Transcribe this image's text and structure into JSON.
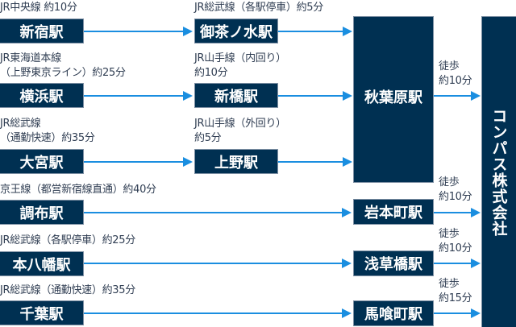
{
  "colors": {
    "box": "#003052",
    "arrow": "#1a8ee0",
    "text": "#2f3d52"
  },
  "origins": [
    {
      "station": "新宿駅",
      "route": [
        "JR中央線 約10分"
      ]
    },
    {
      "station": "横浜駅",
      "route": [
        "JR東海道本線",
        "（上野東京ライン）約25分"
      ]
    },
    {
      "station": "大宮駅",
      "route": [
        "JR総武線",
        "（通勤快速）約35分"
      ]
    },
    {
      "station": "調布駅",
      "route": [
        "京王線（都営新宿線直通）約40分"
      ]
    },
    {
      "station": "本八幡駅",
      "route": [
        "JR総武線（各駅停車）約25分"
      ]
    },
    {
      "station": "千葉駅",
      "route": [
        "JR総武線（通勤快速）約35分"
      ]
    }
  ],
  "transfers": [
    {
      "station": "御茶ノ水駅",
      "route": [
        "JR総武線（各駅停車）約5分"
      ]
    },
    {
      "station": "新橋駅",
      "route": [
        "JR山手線（内回り）",
        "約10分"
      ]
    },
    {
      "station": "上野駅",
      "route": [
        "JR山手線（外回り）",
        "約5分"
      ]
    }
  ],
  "nearest": [
    {
      "station": "秋葉原駅",
      "walk": [
        "徒歩",
        "約10分"
      ]
    },
    {
      "station": "岩本町駅",
      "walk": [
        "徒歩",
        "約10分"
      ]
    },
    {
      "station": "浅草橋駅",
      "walk": [
        "徒歩",
        "約10分"
      ]
    },
    {
      "station": "馬喰町駅",
      "walk": [
        "徒歩",
        "約15分"
      ]
    }
  ],
  "destination": "コンパス株式会社"
}
